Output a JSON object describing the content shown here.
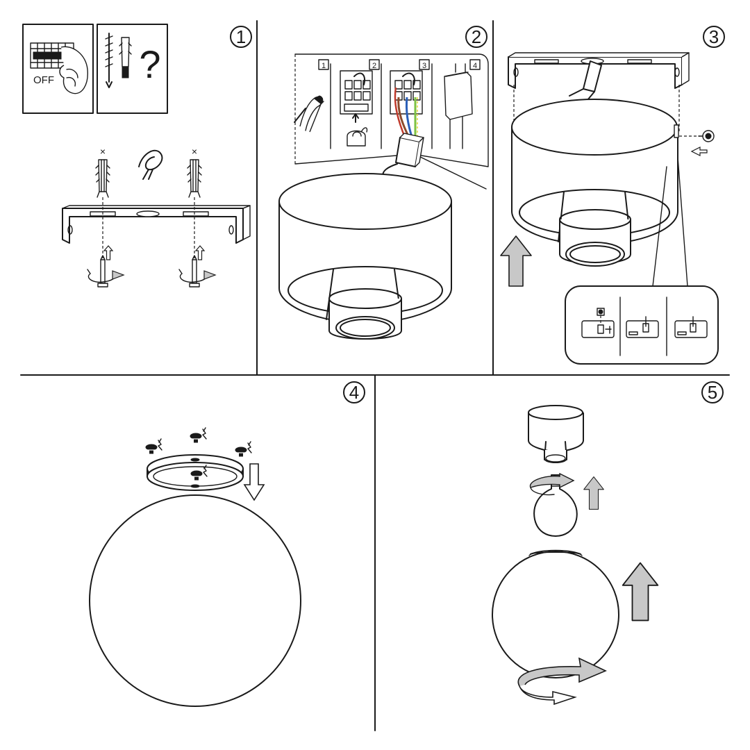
{
  "steps": [
    {
      "number": "1"
    },
    {
      "number": "2"
    },
    {
      "number": "3"
    },
    {
      "number": "4"
    },
    {
      "number": "5"
    }
  ],
  "step1": {
    "breaker_label": "OFF",
    "question_mark": "?",
    "discard_marks": [
      "×",
      "×"
    ]
  },
  "step2": {
    "sub_steps": [
      "1",
      "2",
      "3",
      "4"
    ]
  },
  "colors": {
    "line": "#1a1a1a",
    "arrow_fill": "#c8c8c8",
    "wire_brown": "#8b4a2b",
    "wire_blue": "#2b5fb8",
    "wire_green_yellow": "#7cc243",
    "wire_red": "#c0392b",
    "wire_black": "#1a1a1a"
  }
}
